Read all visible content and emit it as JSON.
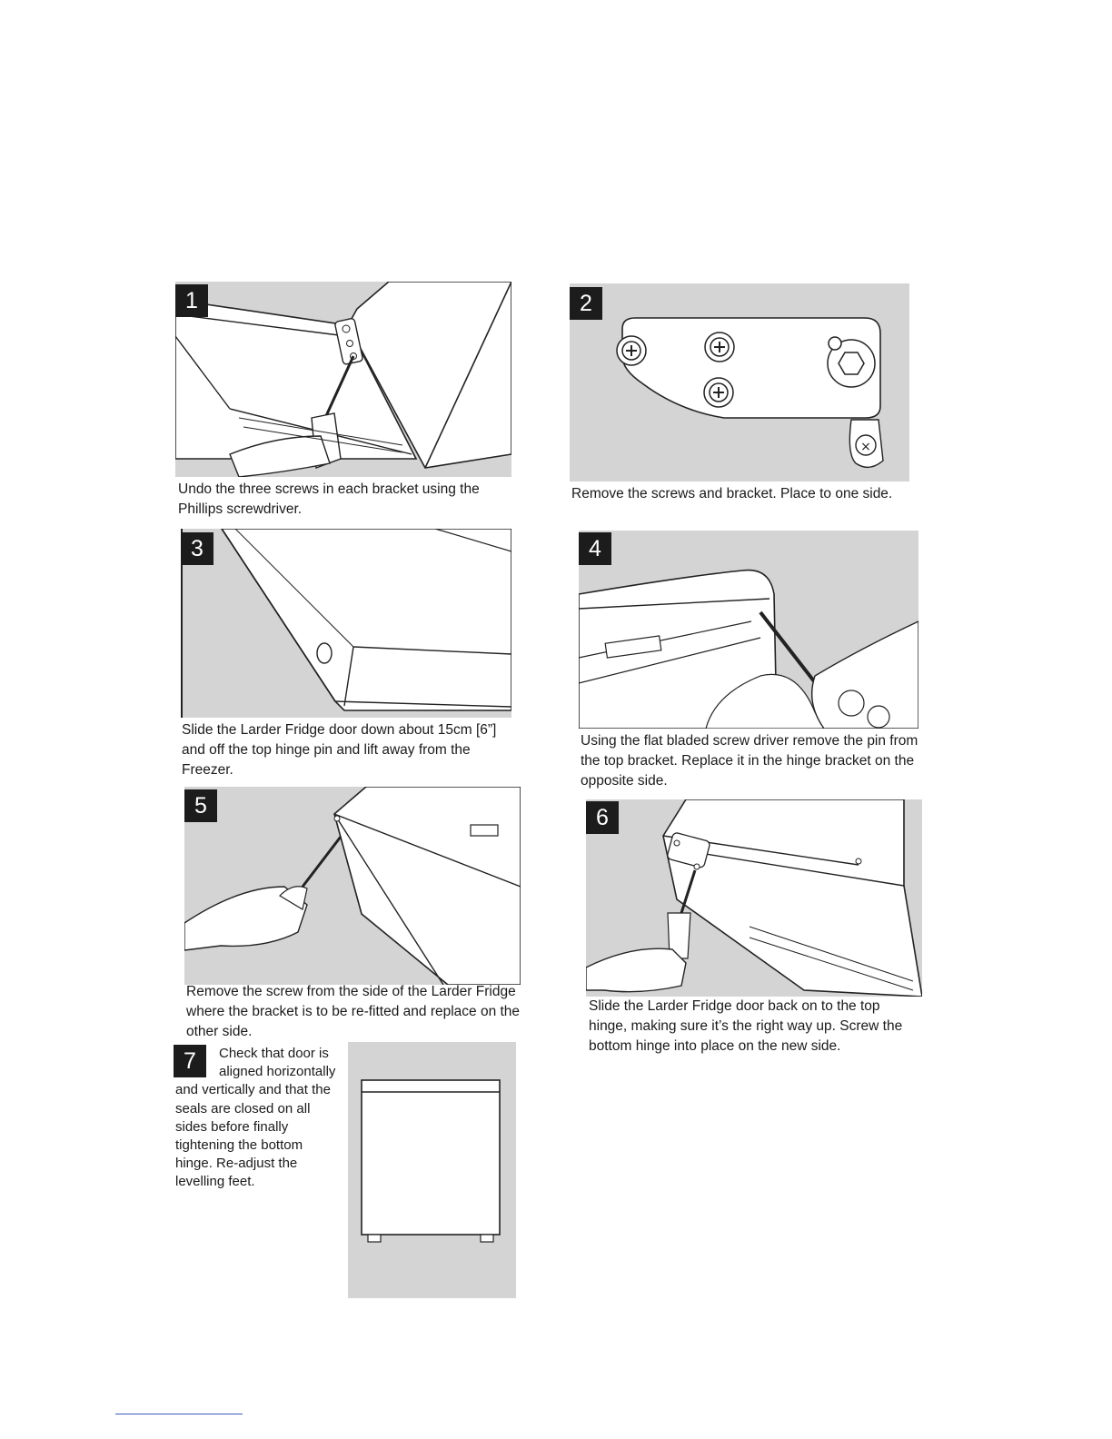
{
  "steps": [
    {
      "number": "1",
      "caption": "Undo the three screws in each bracket using the Phillips screwdriver."
    },
    {
      "number": "2",
      "caption": "Remove the screws and bracket. Place to one side."
    },
    {
      "number": "3",
      "caption": "Slide the Larder Fridge door down about 15cm [6”] and off the top hinge pin and lift away from the Freezer."
    },
    {
      "number": "4",
      "caption": "Using the flat bladed screw driver remove the pin from the top bracket. Replace it in the hinge bracket on the opposite side."
    },
    {
      "number": "5",
      "caption": "Remove the screw from the side of the Larder Fridge where the bracket is to be re-fitted and replace on the other side."
    },
    {
      "number": "6",
      "caption": "Slide the Larder Fridge door back on to the top hinge, making sure it’s the right way up. Screw the bottom hinge into place on the new side."
    },
    {
      "number": "7",
      "caption": "Check that door is aligned horizontally and vertically and that the seals are closed on all sides before finally tightening the bottom hinge. Re-adjust the levelling feet."
    }
  ],
  "illustrations": {
    "step1": "fridge-door-bottom-hinge-screwdriver",
    "step2": "hinge-bracket-with-screws",
    "step3": "fridge-door-sliding-off-hinge",
    "step4": "flat-screwdriver-removing-hinge-pin",
    "step5": "screwdriver-removing-side-screw",
    "step6": "refitting-door-bottom-hinge",
    "step7": "fridge-front-view"
  }
}
